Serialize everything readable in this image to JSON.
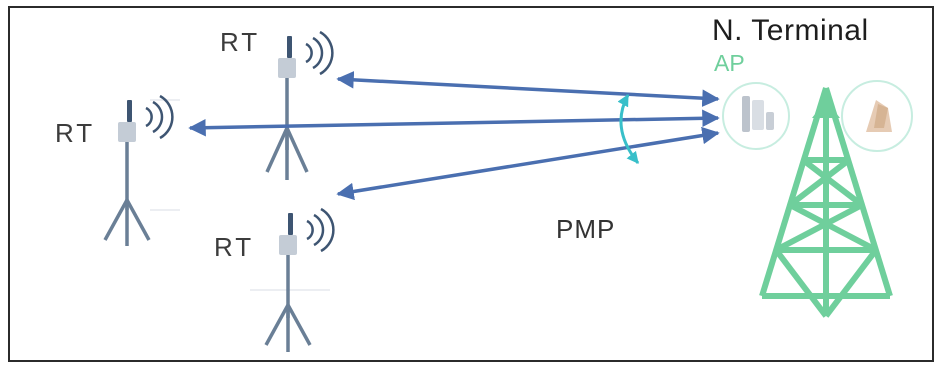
{
  "labels": {
    "terminal_title": "N. Terminal",
    "access_point": "AP",
    "remote_terminal_top": "RT",
    "remote_terminal_left": "RT",
    "remote_terminal_bottom": "RT",
    "topology": "PMP"
  },
  "colors": {
    "link_arrow": "#4a6fb0",
    "angle_arrow": "#38bfc9",
    "tower": "#6fcf9c",
    "terminal_pole": "#6a7f96",
    "device": "#c4ccd6"
  },
  "icons": {
    "tower": "tower-icon",
    "terminal": "antenna-terminal-icon",
    "signal": "signal-waves-icon",
    "sector_antenna": "sector-antenna-icon"
  }
}
